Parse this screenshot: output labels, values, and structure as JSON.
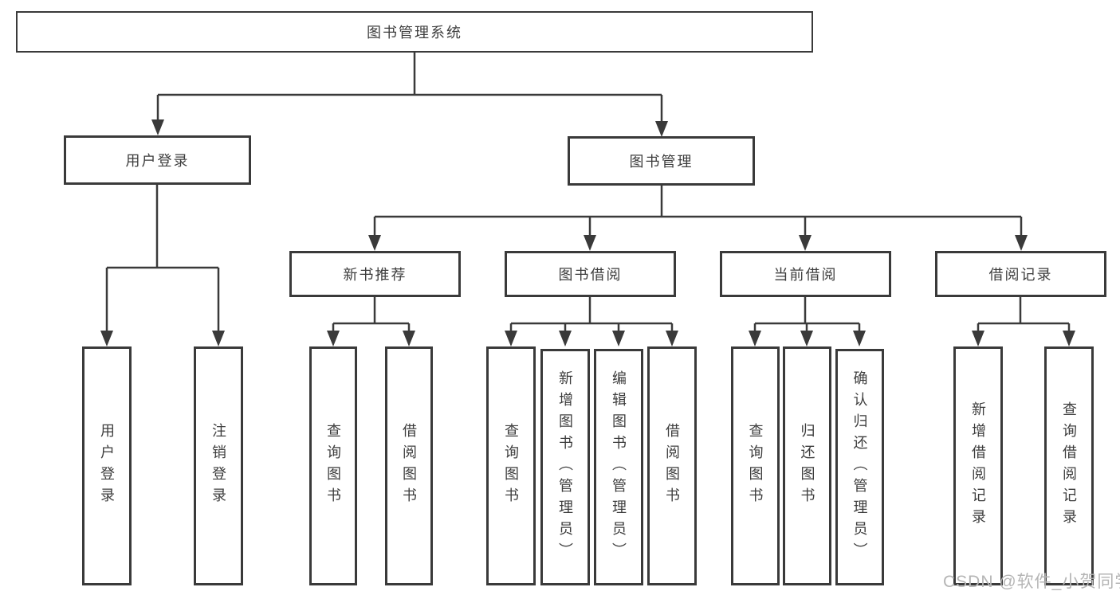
{
  "diagram_title": "图书管理系统",
  "nodes": {
    "root": {
      "label": "图书管理系统"
    },
    "branches": [
      {
        "label": "用户登录"
      },
      {
        "label": "图书管理"
      }
    ],
    "modules": [
      {
        "label": "新书推荐",
        "parent": "图书管理"
      },
      {
        "label": "图书借阅",
        "parent": "图书管理"
      },
      {
        "label": "当前借阅",
        "parent": "图书管理"
      },
      {
        "label": "借阅记录",
        "parent": "图书管理"
      }
    ],
    "leaves": [
      {
        "label": "用户登录",
        "parent": "用户登录"
      },
      {
        "label": "注销登录",
        "parent": "用户登录"
      },
      {
        "label": "查询图书",
        "parent": "新书推荐"
      },
      {
        "label": "借阅图书",
        "parent": "新书推荐"
      },
      {
        "label": "查询图书",
        "parent": "图书借阅"
      },
      {
        "label": "新增图书（管理员）",
        "parent": "图书借阅"
      },
      {
        "label": "编辑图书（管理员）",
        "parent": "图书借阅"
      },
      {
        "label": "借阅图书",
        "parent": "图书借阅"
      },
      {
        "label": "查询图书",
        "parent": "当前借阅"
      },
      {
        "label": "归还图书",
        "parent": "当前借阅"
      },
      {
        "label": "确认归还（管理员）",
        "parent": "当前借阅"
      },
      {
        "label": "新增借阅记录",
        "parent": "借阅记录"
      },
      {
        "label": "查询借阅记录",
        "parent": "借阅记录"
      }
    ]
  },
  "watermark": {
    "text": "CSDN @软件_小贺同学"
  },
  "colors": {
    "line": "#3a3a3a",
    "text": "#3d3d3d",
    "background": "#ffffff",
    "watermark": "#b5b5b5"
  }
}
